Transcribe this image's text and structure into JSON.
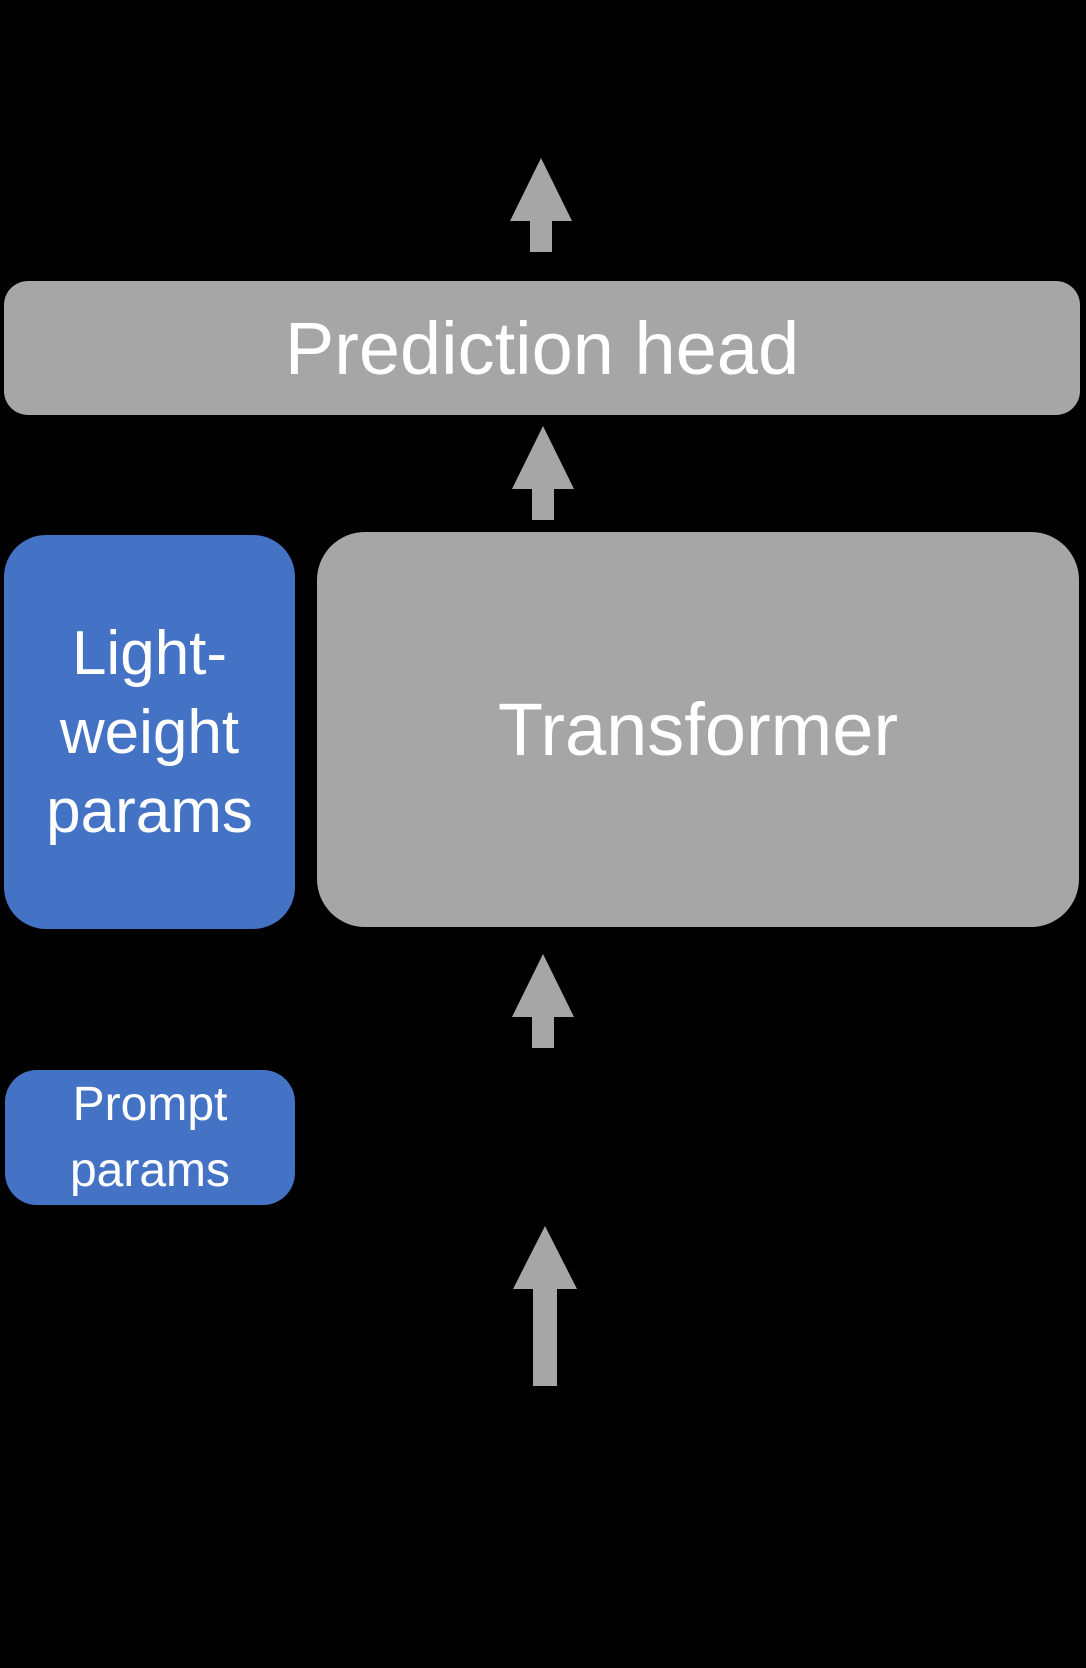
{
  "diagram": {
    "background": "#000000",
    "boxes": {
      "prediction_head": {
        "label": "Prediction head",
        "fill": "#A6A6A6",
        "text_color": "#FFFFFF"
      },
      "transformer": {
        "label": "Transformer",
        "fill": "#A6A6A6",
        "text_color": "#FFFFFF"
      },
      "lightweight_params": {
        "label": "Light-\nweight\nparams",
        "fill": "#4472C4",
        "text_color": "#FFFFFF"
      },
      "prompt_params": {
        "label": "Prompt\nparams",
        "fill": "#4472C4",
        "text_color": "#FFFFFF"
      }
    },
    "arrows": [
      {
        "name": "output-arrow",
        "direction": "up",
        "color": "#A6A6A6"
      },
      {
        "name": "transformer-to-head-arrow",
        "direction": "up",
        "color": "#A6A6A6"
      },
      {
        "name": "input-to-transformer-arrow",
        "direction": "up",
        "color": "#A6A6A6"
      },
      {
        "name": "model-input-arrow",
        "direction": "up",
        "color": "#A6A6A6"
      }
    ]
  }
}
